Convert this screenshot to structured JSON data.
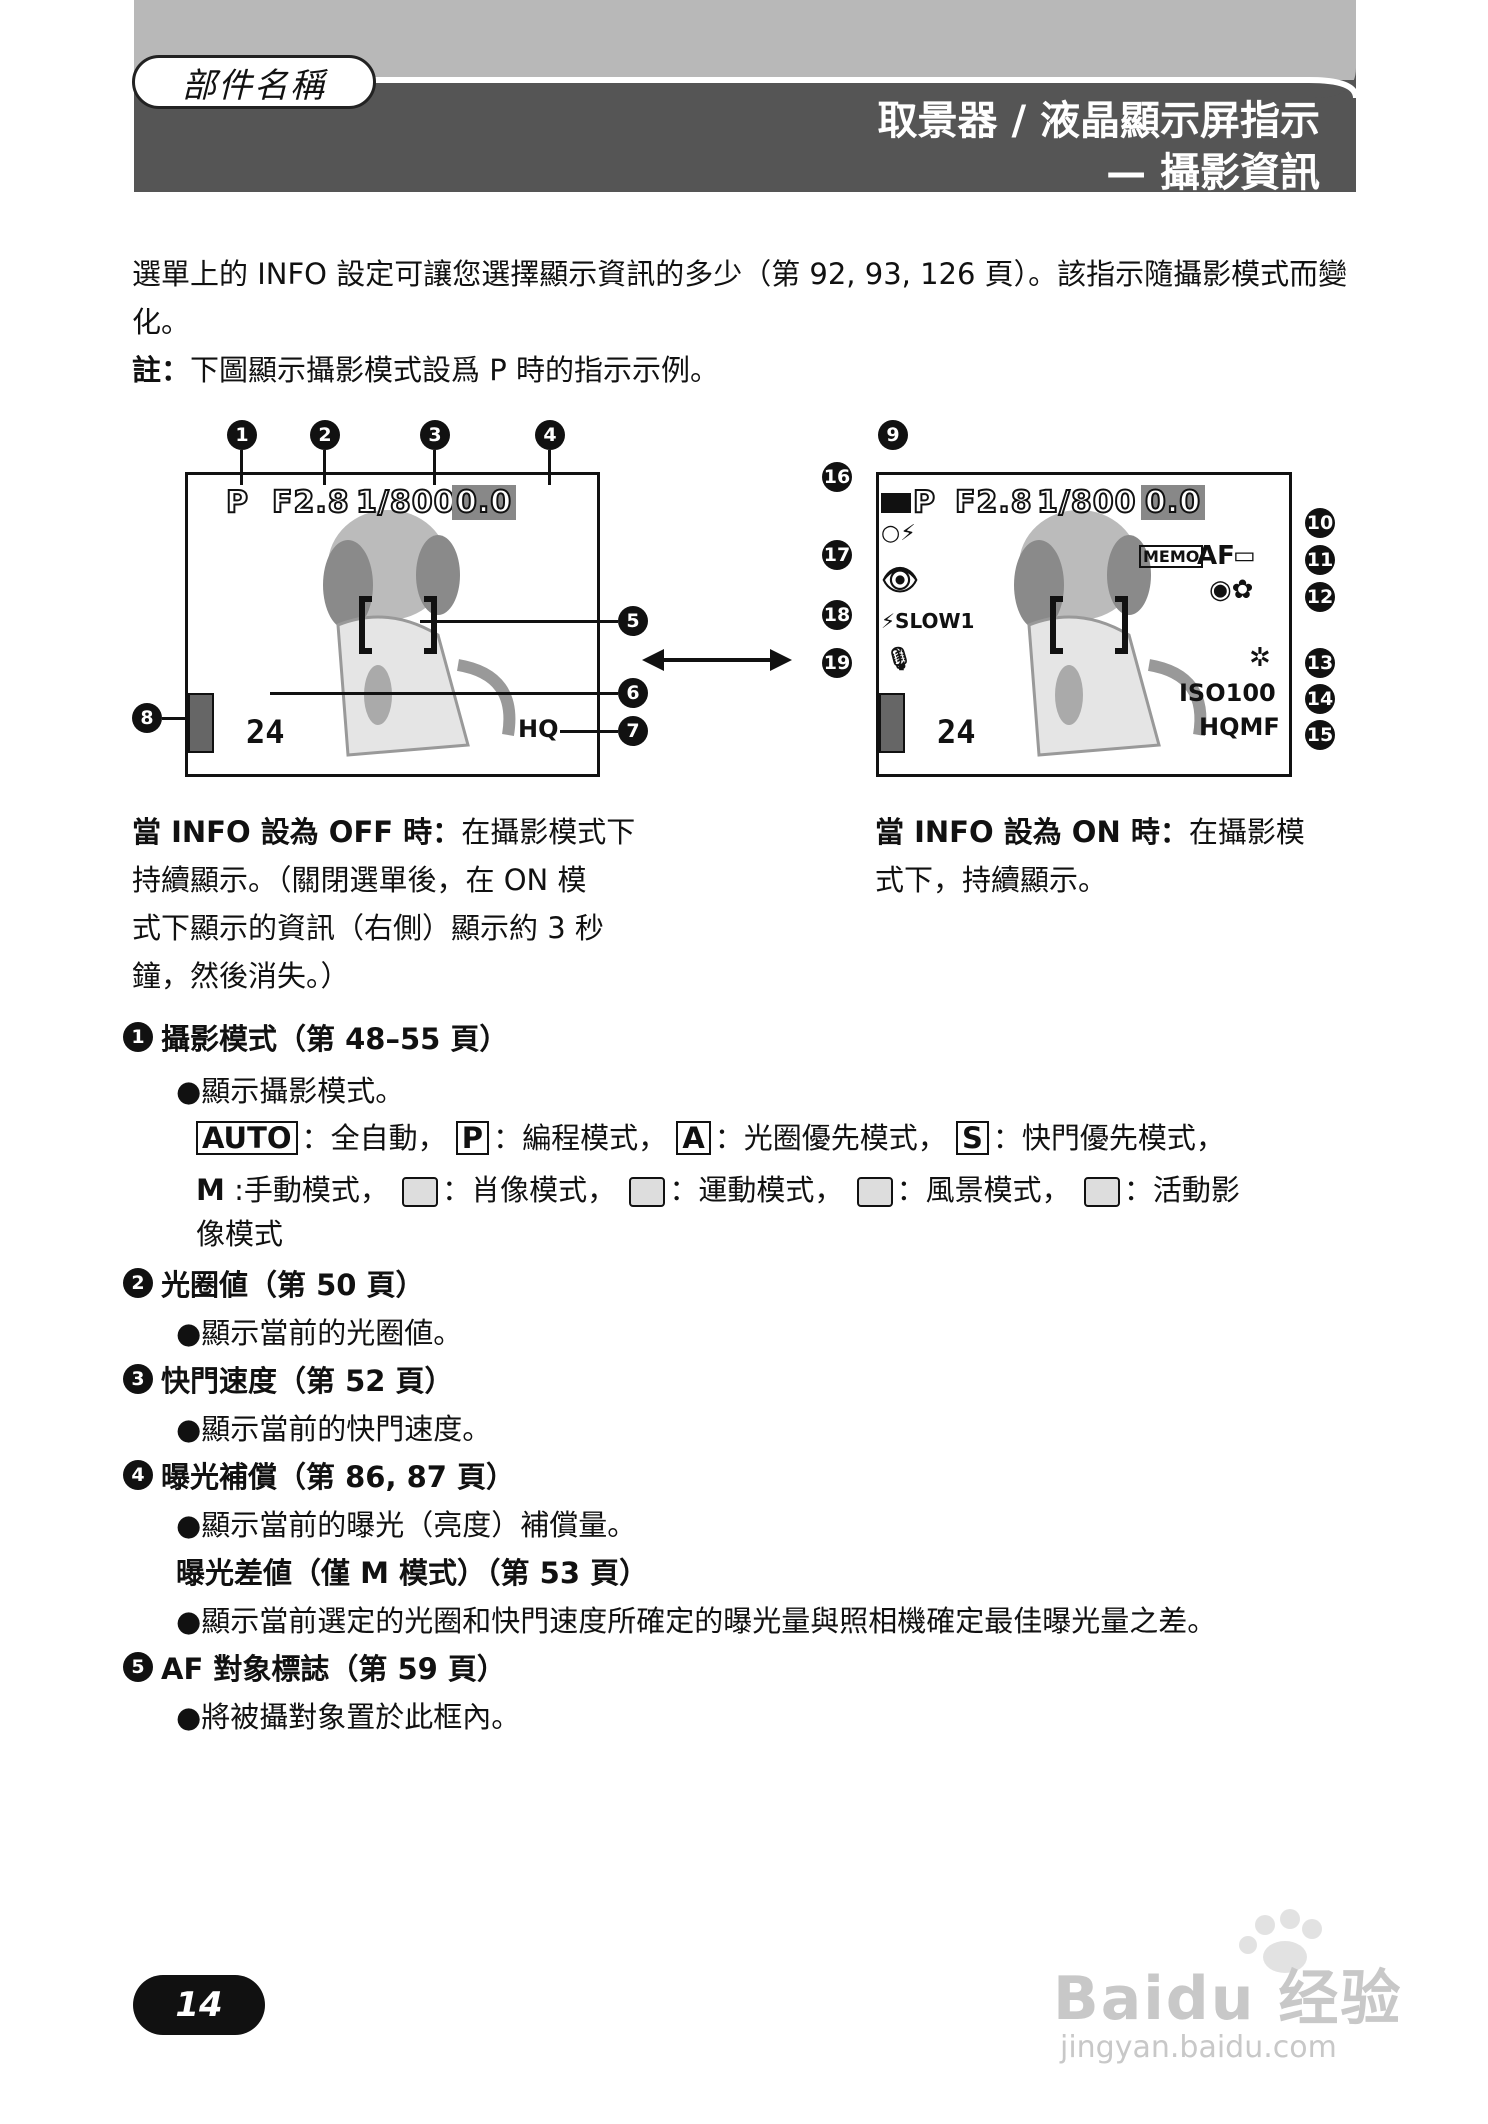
{
  "header": {
    "section_tab": "部件名稱",
    "title_line1": "取景器 / 液晶顯示屏指示",
    "title_line2": "— 攝影資訊",
    "bar_color": "#555555",
    "top_color": "#b8b8b8"
  },
  "intro": "選單上的 INFO 設定可讓您選擇顯示資訊的多少（第 92, 93, 126 頁）。該指示隨攝影模式而變化。",
  "note": {
    "label": "註：",
    "text": "下圖顯示攝影模式設爲 P 時的指示示例。"
  },
  "lcd_left": {
    "mode": "P",
    "aperture": "F2.8",
    "shutter": "1/800",
    "exposure": "0.0",
    "frames": "24",
    "quality": "HQ"
  },
  "lcd_right": {
    "mode": "P",
    "aperture": "F2.8",
    "shutter": "1/800",
    "exposure": "0.0",
    "frames": "24",
    "memo": "MEMO",
    "af": "AF",
    "flash_slow": "⚡SLOW1",
    "iso": "ISO100",
    "quality": "HQMF"
  },
  "callouts": [
    "1",
    "2",
    "3",
    "4",
    "5",
    "6",
    "7",
    "8",
    "9",
    "10",
    "11",
    "12",
    "13",
    "14",
    "15",
    "16",
    "17",
    "18",
    "19"
  ],
  "caption_off": {
    "bold": "當 INFO 設為 OFF 時：",
    "lines": [
      "在攝影模式下",
      "持續顯示。（關閉選單後，在 ON 模",
      "式下顯示的資訊（右側）顯示約 3 秒",
      "鐘，然後消失。）"
    ]
  },
  "caption_on": {
    "bold": "當 INFO 設為 ON 時：",
    "lines": [
      "在攝影模",
      "式下，持續顯示。"
    ]
  },
  "items": [
    {
      "num": "1",
      "title": "攝影模式（第 48–55 頁）",
      "bullet": "●顯示攝影模式。"
    },
    {
      "num": "2",
      "title": "光圈値（第 50 頁）",
      "bullet": "●顯示當前的光圈値。"
    },
    {
      "num": "3",
      "title": "快門速度（第 52 頁）",
      "bullet": "●顯示當前的快門速度。"
    },
    {
      "num": "4",
      "title": "曝光補償（第 86, 87 頁）",
      "bullet": "●顯示當前的曝光（亮度）補償量。",
      "subtitle": "曝光差値（僅 M 模式）（第 53 頁）",
      "sub_bullet": "●顯示當前選定的光圈和快門速度所確定的曝光量與照相機確定最佳曝光量之差。"
    },
    {
      "num": "5",
      "title": "AF 對象標誌（第 59 頁）",
      "bullet": "●將被攝對象置於此框內。"
    }
  ],
  "modes": {
    "auto_label": "AUTO",
    "auto_text": "全自動，",
    "p_label": "P",
    "p_text": "編程模式，",
    "a_label": "A",
    "a_text": "光圈優先模式，",
    "s_label": "S",
    "s_text": "快門優先模式，",
    "m_label": "M",
    "m_text": "手動模式，",
    "portrait_text": "肖像模式，",
    "sports_text": "運動模式，",
    "landscape_text": "風景模式，",
    "movie_text": "活動影",
    "movie_text2": "像模式"
  },
  "page_number": "14",
  "watermark": {
    "line1": "Baidu 经验",
    "line2": "jingyan.baidu.com"
  }
}
